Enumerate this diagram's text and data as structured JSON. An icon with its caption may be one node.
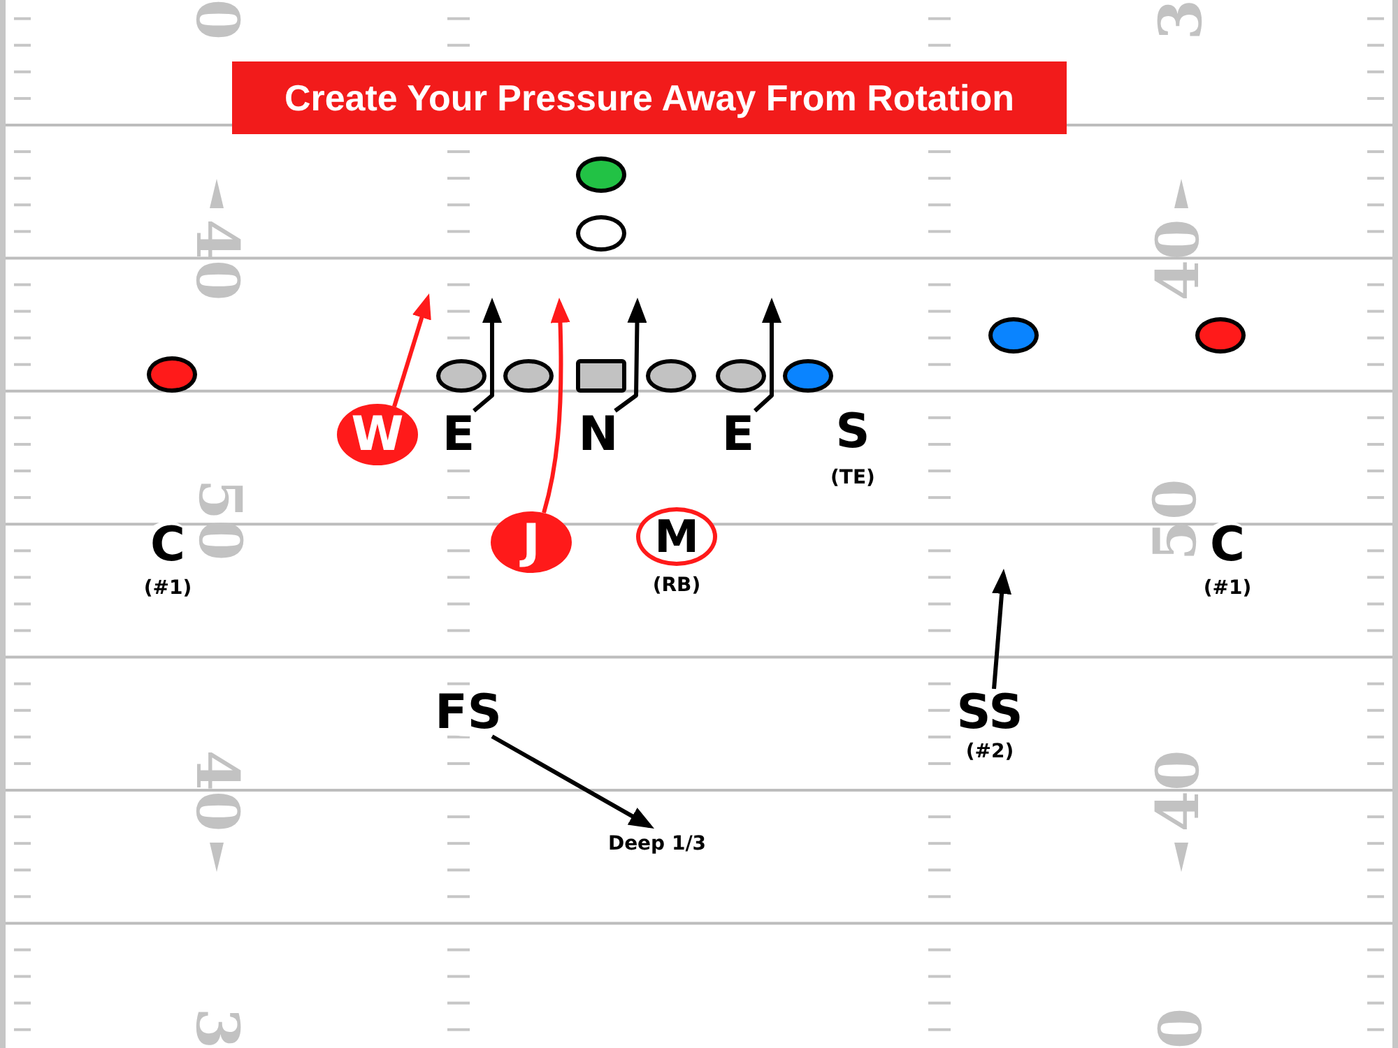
{
  "diagram": {
    "title": "Create Your Pressure Away From Rotation",
    "nodes": [
      {
        "text": [],
        "shape": "ellipse"
      },
      {
        "text": [],
        "shape": "ellipse"
      },
      {
        "text": [],
        "shape": "ellipse"
      },
      {
        "text": [],
        "shape": "ellipse"
      },
      {
        "text": [],
        "shape": "ellipse"
      },
      {
        "text": [],
        "shape": "ellipse"
      },
      {
        "text": [],
        "shape": "ellipse"
      },
      {
        "text": [],
        "shape": "box"
      },
      {
        "text": [],
        "shape": "ellipse"
      },
      {
        "text": [],
        "shape": "ellipse"
      },
      {
        "text": [],
        "shape": "ellipse"
      },
      {
        "text": [
          "W"
        ]
      },
      {
        "text": [
          "E"
        ]
      },
      {
        "text": [
          "N"
        ]
      },
      {
        "text": [
          "E"
        ]
      },
      {
        "text": [
          "S"
        ],
        "beside": [
          "(TE)"
        ]
      },
      {
        "text": [
          "C"
        ],
        "beside": [
          "(#1)"
        ]
      },
      {
        "text": [
          "J"
        ]
      },
      {
        "text": [
          "M"
        ],
        "beside": [
          "(RB)"
        ]
      },
      {
        "text": [
          "C"
        ],
        "beside": [
          "(#1)"
        ]
      },
      {
        "text": [
          "FS"
        ]
      },
      {
        "text": [
          "SS"
        ],
        "beside": [
          "(#2)"
        ]
      },
      {
        "text": [
          "Deep 1/3"
        ]
      }
    ],
    "edges": [
      {
        "from": 11,
        "to": null,
        "arrow": "to",
        "color": "#ff1a1a"
      },
      {
        "from": 12,
        "to": null,
        "arrow": "to"
      },
      {
        "from": 17,
        "to": null,
        "arrow": "to",
        "color": "#ff1a1a"
      },
      {
        "from": 13,
        "to": null,
        "arrow": "to"
      },
      {
        "from": 14,
        "to": null,
        "arrow": "to"
      },
      {
        "from": 20,
        "to": 22,
        "arrow": "to"
      },
      {
        "from": 21,
        "to": null,
        "arrow": "to"
      }
    ],
    "labels": [
      "0",
      "3",
      "40",
      "40",
      "50",
      "50",
      "40",
      "40",
      "3",
      "0"
    ]
  }
}
